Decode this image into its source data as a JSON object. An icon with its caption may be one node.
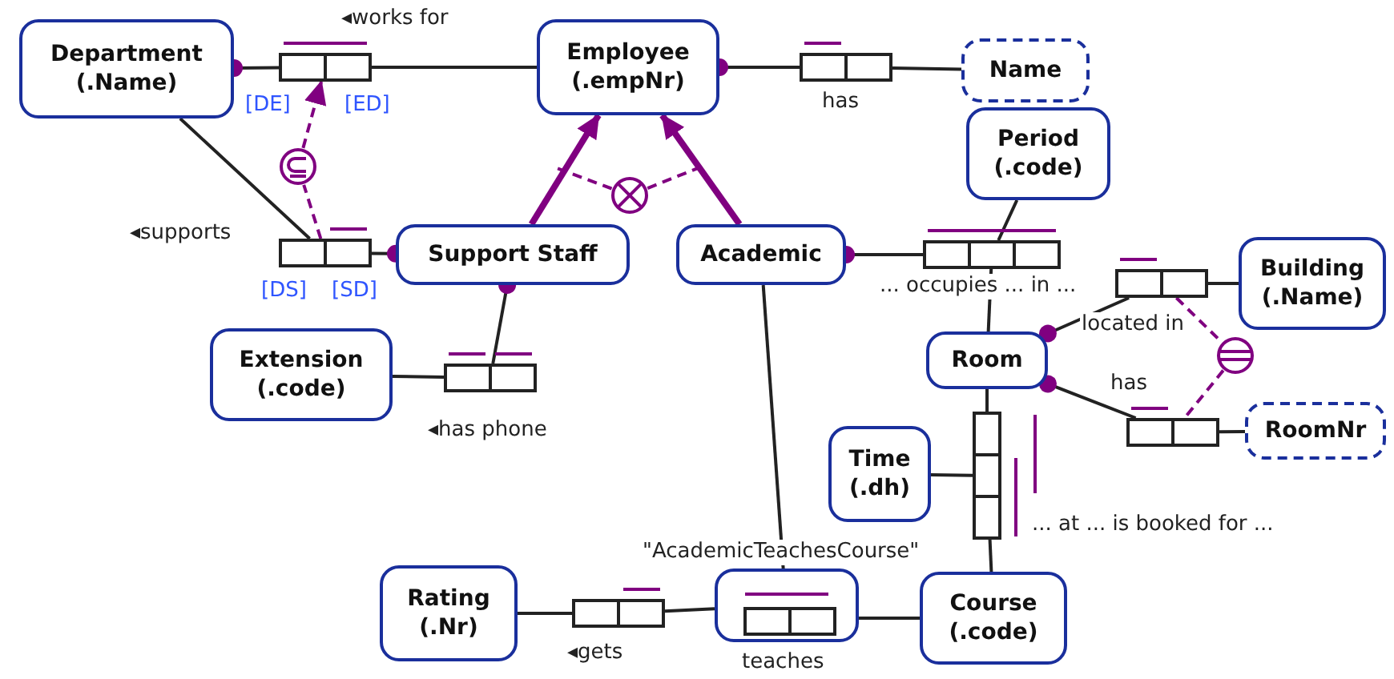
{
  "diagram": {
    "nodes": [
      {
        "text": [
          "Department (.Name)"
        ]
      },
      {
        "text": [
          "Employee (.empNr)"
        ]
      },
      {
        "text": [
          "Name"
        ]
      },
      {
        "text": [
          "Period (.code)"
        ]
      },
      {
        "text": [
          "Support Staff"
        ]
      },
      {
        "text": [
          "Academic"
        ]
      },
      {
        "text": [
          "Building (.Name)"
        ]
      },
      {
        "text": [
          "Extension (.code)"
        ]
      },
      {
        "text": [
          "Room"
        ]
      },
      {
        "text": [
          "RoomNr"
        ]
      },
      {
        "text": [
          "Time (.dh)"
        ]
      },
      {
        "text": [
          "Rating (.Nr)"
        ]
      },
      {
        "text": [
          "Course (.code)"
        ]
      },
      {
        "text": [],
        "shape": "box",
        "beside": [
          "\"AcademicTeachesCourse\""
        ]
      },
      {
        "text": [],
        "shape": "box",
        "beside": [
          "◂works for",
          "[DE]",
          "[ED]"
        ]
      },
      {
        "text": [],
        "shape": "box",
        "beside": [
          "has"
        ]
      },
      {
        "text": [],
        "shape": "box",
        "beside": [
          "◂supports",
          "[DS]",
          "[SD]"
        ]
      },
      {
        "text": [],
        "shape": "box",
        "beside": [
          "... occupies ... in ..."
        ]
      },
      {
        "text": [],
        "shape": "box",
        "beside": [
          "located in"
        ]
      },
      {
        "text": [],
        "shape": "box",
        "beside": [
          "◂has phone"
        ]
      },
      {
        "text": [],
        "shape": "box",
        "beside": [
          "has"
        ]
      },
      {
        "text": [],
        "shape": "box",
        "beside": [
          "... at ... is booked for ..."
        ]
      },
      {
        "text": [],
        "shape": "box",
        "beside": [
          "◂gets"
        ]
      },
      {
        "text": [],
        "shape": "box",
        "in": 13,
        "beside": [
          "teaches"
        ]
      },
      {
        "text": [],
        "shape": "circle"
      },
      {
        "text": [],
        "shape": "circle"
      },
      {
        "text": [],
        "shape": "circle"
      }
    ],
    "edges": [
      {
        "from": 0,
        "to": 14,
        "arrow": "other"
      },
      {
        "from": 14,
        "to": 1,
        "arrow": "none"
      },
      {
        "from": 1,
        "to": 15,
        "arrow": "other"
      },
      {
        "from": 15,
        "to": 2,
        "arrow": "none"
      },
      {
        "from": 0,
        "to": 16,
        "arrow": "none"
      },
      {
        "from": 4,
        "to": 16,
        "arrow": "other"
      },
      {
        "from": 4,
        "to": 1,
        "arrow": "to",
        "style": "thick",
        "color": "#800080"
      },
      {
        "from": 5,
        "to": 1,
        "arrow": "to",
        "style": "thick",
        "color": "#800080"
      },
      {
        "from": 16,
        "to": 24,
        "arrow": "none",
        "style": "dashed",
        "color": "#800080"
      },
      {
        "from": 24,
        "to": 14,
        "arrow": "to",
        "style": "dashed",
        "color": "#800080"
      },
      {
        "from": 25,
        "to": null,
        "arrow": "none",
        "style": "dashed",
        "color": "#800080"
      },
      {
        "from": 25,
        "to": null,
        "arrow": "none",
        "style": "dashed",
        "color": "#800080"
      },
      {
        "from": 4,
        "to": 19,
        "arrow": "other"
      },
      {
        "from": 19,
        "to": 7,
        "arrow": "none"
      },
      {
        "from": 5,
        "to": 17,
        "arrow": "other"
      },
      {
        "from": 17,
        "to": 3,
        "arrow": "none"
      },
      {
        "from": 17,
        "to": 8,
        "arrow": "none"
      },
      {
        "from": 8,
        "to": 18,
        "arrow": "other"
      },
      {
        "from": 18,
        "to": 6,
        "arrow": "none"
      },
      {
        "from": 8,
        "to": 20,
        "arrow": "other"
      },
      {
        "from": 20,
        "to": 9,
        "arrow": "none"
      },
      {
        "from": 18,
        "to": 26,
        "arrow": "none",
        "style": "dashed",
        "color": "#800080"
      },
      {
        "from": 26,
        "to": 20,
        "arrow": "none",
        "style": "dashed",
        "color": "#800080"
      },
      {
        "from": 8,
        "to": 21,
        "arrow": "none"
      },
      {
        "from": 21,
        "to": 10,
        "arrow": "none"
      },
      {
        "from": 21,
        "to": 12,
        "arrow": "none"
      },
      {
        "from": 5,
        "to": 23,
        "arrow": "none"
      },
      {
        "from": 23,
        "to": 12,
        "arrow": "none"
      },
      {
        "from": 22,
        "to": 13,
        "arrow": "none"
      },
      {
        "from": 22,
        "to": 11,
        "arrow": "none"
      }
    ]
  }
}
